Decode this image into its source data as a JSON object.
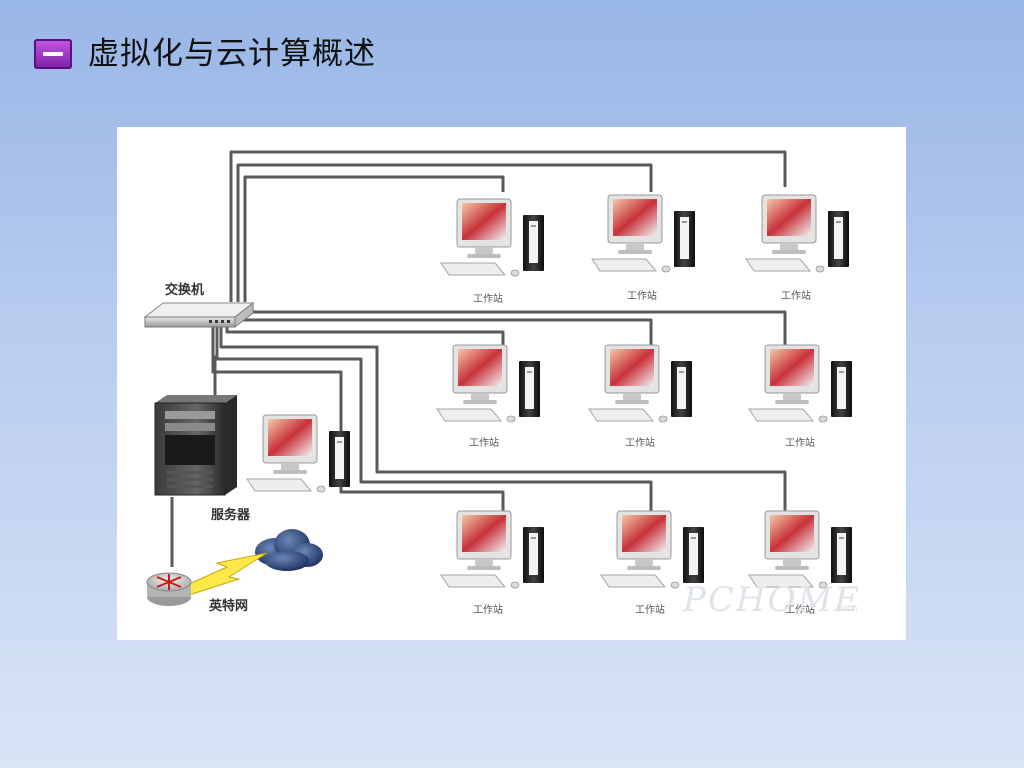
{
  "slide": {
    "title": "虚拟化与云计算概述"
  },
  "diagram": {
    "switch_label": "交换机",
    "server_label": "服务器",
    "internet_label": "英特网",
    "workstation_label": "工作站",
    "watermark": "PCHOME",
    "watermark_suffix": ".com"
  },
  "colors": {
    "accent": "#8a2bb8",
    "cable": "#555555",
    "background_top": "#98b6e6",
    "background_bottom": "#d9e4f6"
  }
}
